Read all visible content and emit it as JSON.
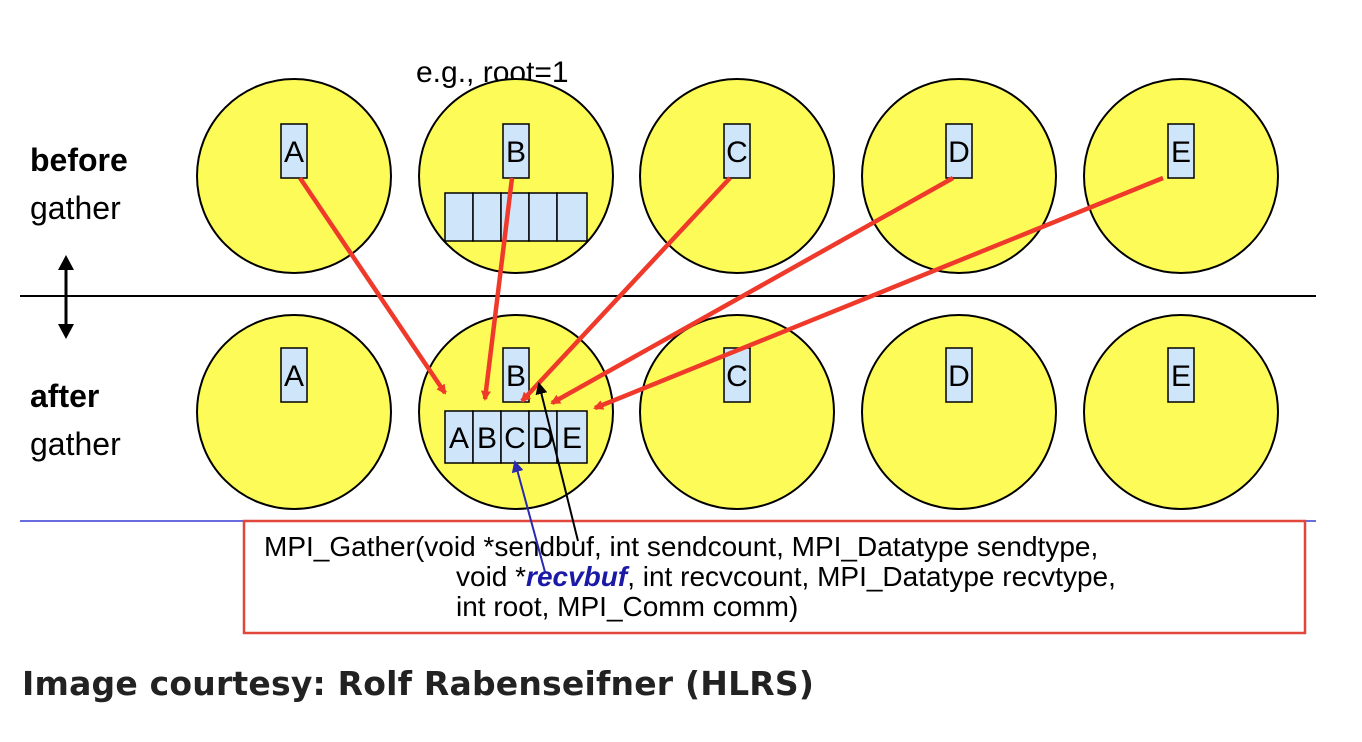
{
  "root_note": "e.g., root=1",
  "before": {
    "bold": "before",
    "plain": "gather"
  },
  "after": {
    "bold": "after",
    "plain": "gather"
  },
  "process_letters": [
    "A",
    "B",
    "C",
    "D",
    "E"
  ],
  "gathered_buffer": [
    "A",
    "B",
    "C",
    "D",
    "E"
  ],
  "signature": {
    "line1_pre": "MPI_Gather(void *sendbuf, int sendcount, MPI_Datatype sendtype,",
    "line2_pre": "void *",
    "line2_em": "recvbuf",
    "line2_post": ", int recvcount,  MPI_Datatype recvtype,",
    "line3": "int root, MPI_Comm comm)"
  },
  "caption": "Image courtesy: Rolf Rabenseifner (HLRS)",
  "colors": {
    "process": "#fdfb57",
    "buffer_cell": "#cfe6fa",
    "gather_arrow": "#ef3a2b",
    "recvbuf_arrow": "#2a2ab0",
    "signature_border": "#e0473a",
    "divider_blue": "#3a3ad6"
  }
}
